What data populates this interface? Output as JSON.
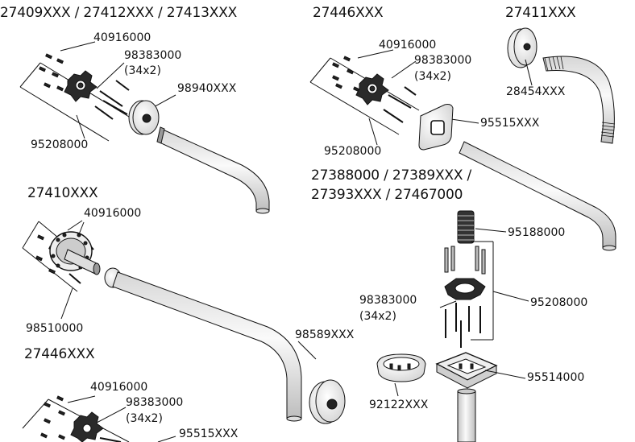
{
  "headings": {
    "h1": "27409XXX / 27412XXX / 27413XXX",
    "h2": "27446XXX",
    "h3": "27411XXX",
    "h4": "27410XXX",
    "h5": "27446XXX",
    "h6a": "27388000 / 27389XXX /",
    "h6b": "27393XXX / 27467000"
  },
  "parts": {
    "p1a": "40916000",
    "p1b": "98383000",
    "p1c": "(34x2)",
    "p1d": "98940XXX",
    "p1e": "95208000",
    "p2a": "40916000",
    "p2b": "98383000",
    "p2c": "(34x2)",
    "p2d": "95515XXX",
    "p2e": "95208000",
    "p3a": "28454XXX",
    "p4a": "40916000",
    "p4b": "98510000",
    "p4c": "98589XXX",
    "p5a": "40916000",
    "p5b": "98383000",
    "p5c": "(34x2)",
    "p5d": "95515XXX",
    "p6a": "95188000",
    "p6b": "98383000",
    "p6c": "(34x2)",
    "p6d": "95208000",
    "p6e": "92122XXX",
    "p6f": "95514000"
  }
}
